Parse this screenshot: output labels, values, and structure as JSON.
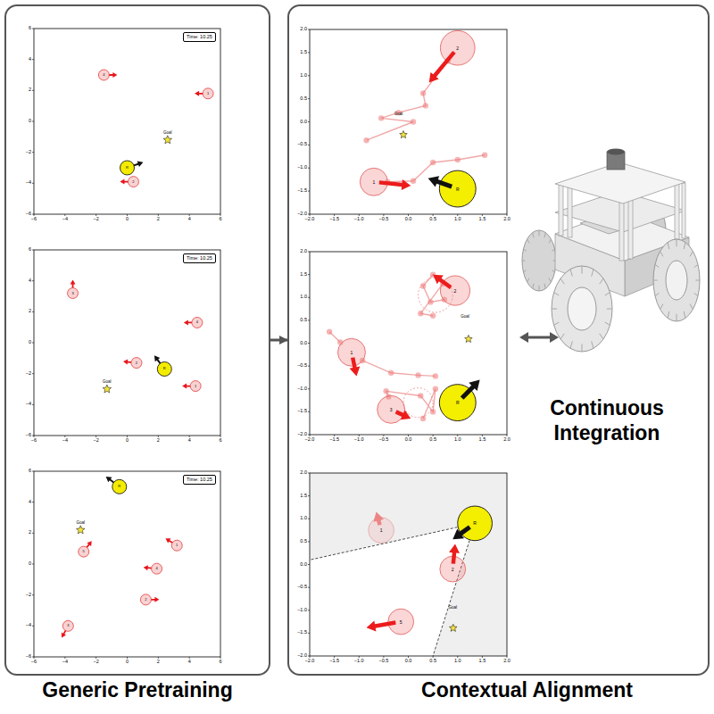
{
  "diagram": {
    "nodes": [
      {
        "text": [
          "Generic Pretraining"
        ]
      },
      {
        "text": [
          "Time: 10.25"
        ],
        "in": 0
      },
      {
        "text": [
          "Time: 10.25"
        ],
        "in": 0
      },
      {
        "text": [
          "Time: 10.25"
        ],
        "in": 0
      },
      {
        "text": [
          "Contextual Alignment",
          "Continuous Integration"
        ]
      }
    ],
    "edges": [
      {
        "from": 0,
        "to": 4,
        "arrow": "to"
      }
    ],
    "labels": [
      "−6",
      "−4",
      "−2",
      "0",
      "2",
      "4",
      "6",
      "6",
      "4",
      "2",
      "0",
      "−2",
      "−4",
      "−6",
      "Goal",
      "4",
      "1",
      "2",
      "R",
      "−6",
      "−4",
      "−2",
      "0",
      "2",
      "4",
      "6",
      "6",
      "4",
      "2",
      "0",
      "−2",
      "−4",
      "−6",
      "Goal",
      "3",
      "4",
      "2",
      "1",
      "R",
      "−6",
      "−4",
      "−2",
      "0",
      "2",
      "4",
      "6",
      "6",
      "4",
      "2",
      "0",
      "−2",
      "−4",
      "−6",
      "Goal",
      "5",
      "1",
      "4",
      "2",
      "3",
      "R",
      "−2.0",
      "−1.5",
      "−1.0",
      "−0.5",
      "0.0",
      "0.5",
      "1.0",
      "1.5",
      "2.0",
      "2.0",
      "1.5",
      "1.0",
      "0.5",
      "0.0",
      "−0.5",
      "−1.0",
      "−1.5",
      "−2.0",
      "Goal",
      "2",
      "1",
      "R",
      "−2.0",
      "−1.5",
      "−1.0",
      "−0.5",
      "0.0",
      "0.5",
      "1.0",
      "1.5",
      "2.0",
      "2.0",
      "1.5",
      "1.0",
      "0.5",
      "0.0",
      "−0.5",
      "−1.0",
      "−1.5",
      "−2.0",
      "Goal",
      "2",
      "1",
      "3",
      "R",
      "−2.0",
      "−1.5",
      "−1.0",
      "−0.5",
      "0.0",
      "0.5",
      "1.0",
      "1.5",
      "2.0",
      "2.0",
      "1.5",
      "1.0",
      "0.5",
      "0.0",
      "−0.5",
      "−1.0",
      "−1.5",
      "−2.0",
      "Goal",
      "1",
      "2",
      "5",
      "R"
    ]
  }
}
